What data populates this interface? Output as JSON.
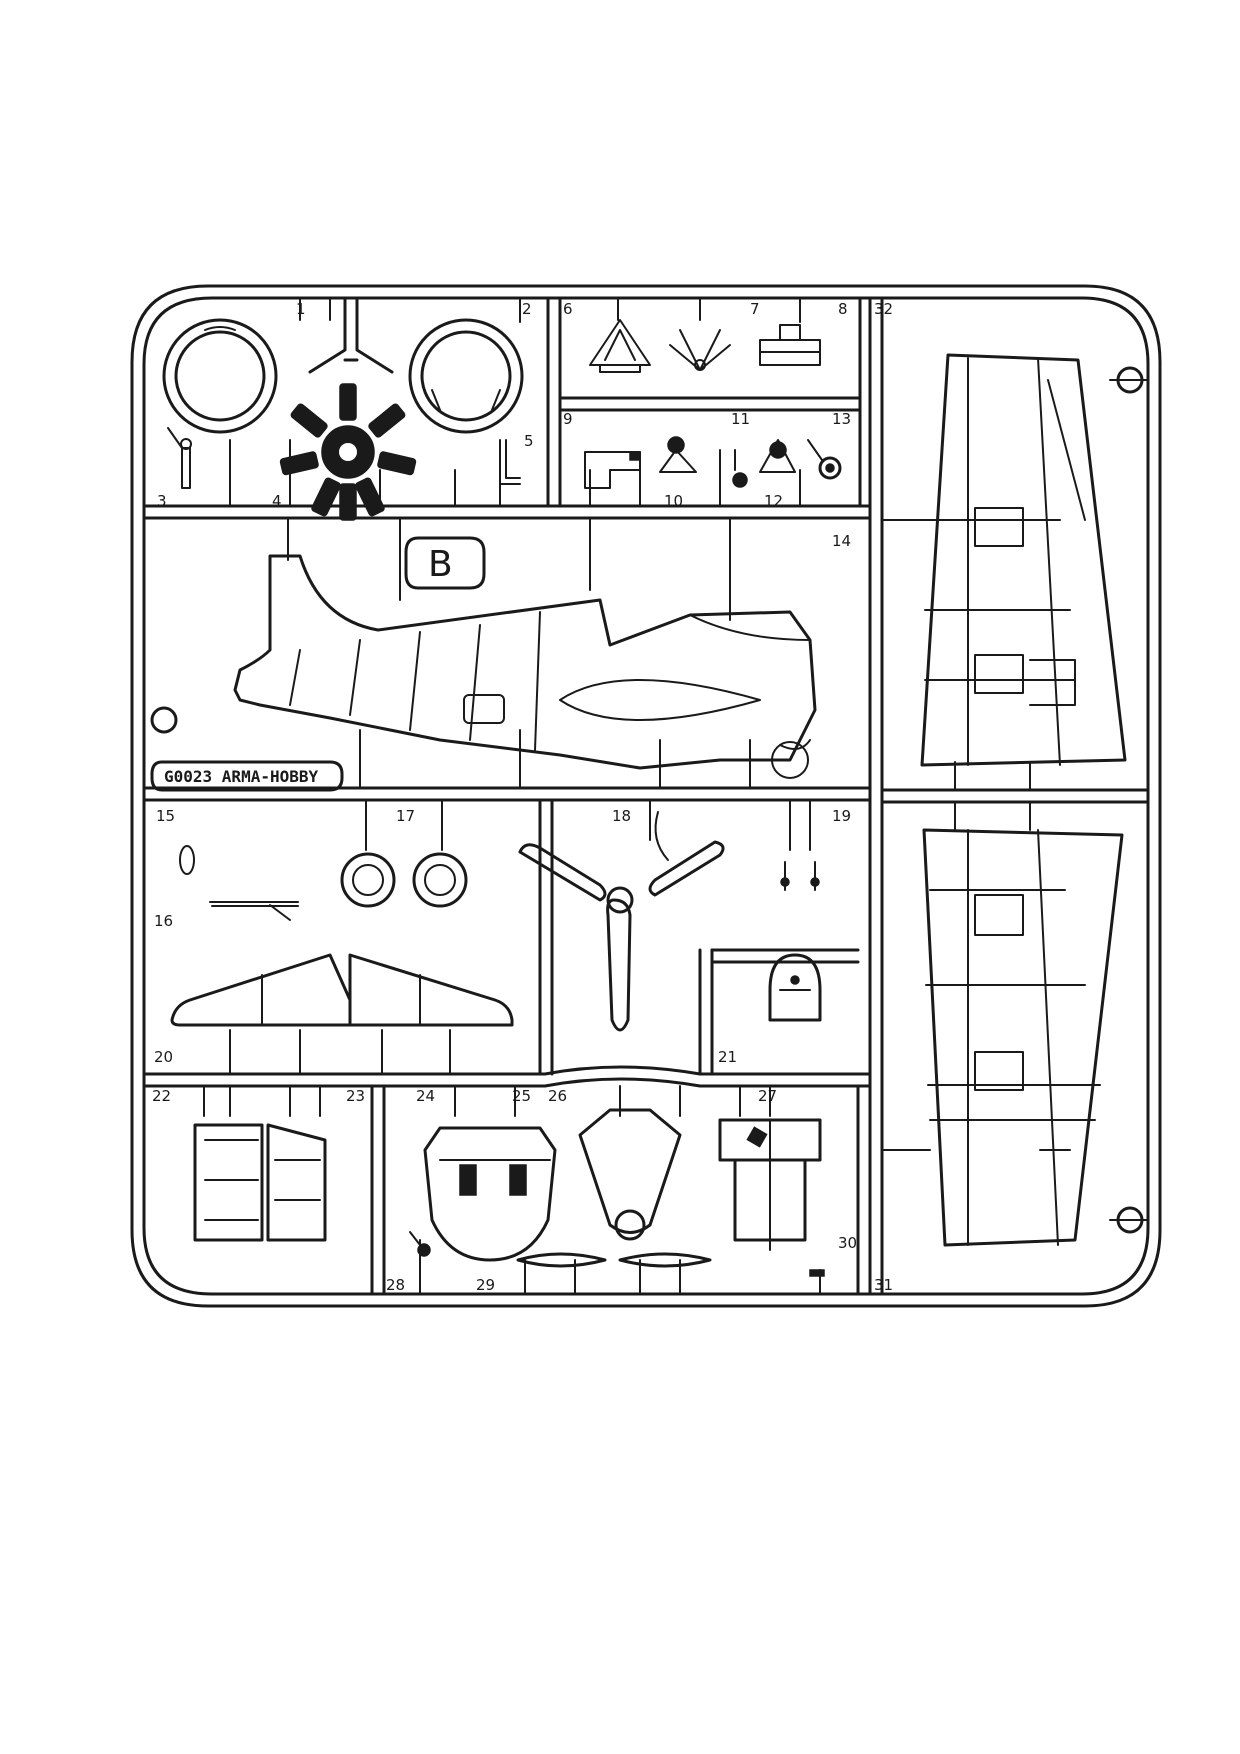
{
  "sprue": {
    "letter": "B",
    "code": "G0023 ARMA-HOBBY"
  },
  "parts": {
    "p1": "1",
    "p2": "2",
    "p3": "3",
    "p4": "4",
    "p5": "5",
    "p6": "6",
    "p7": "7",
    "p8": "8",
    "p9": "9",
    "p10": "10",
    "p11": "11",
    "p12": "12",
    "p13": "13",
    "p14": "14",
    "p15": "15",
    "p16": "16",
    "p17": "17",
    "p18": "18",
    "p19": "19",
    "p20": "20",
    "p21": "21",
    "p22": "22",
    "p23": "23",
    "p24": "24",
    "p25": "25",
    "p26": "26",
    "p27": "27",
    "p28": "28",
    "p29": "29",
    "p30": "30",
    "p31": "31",
    "p32": "32"
  }
}
